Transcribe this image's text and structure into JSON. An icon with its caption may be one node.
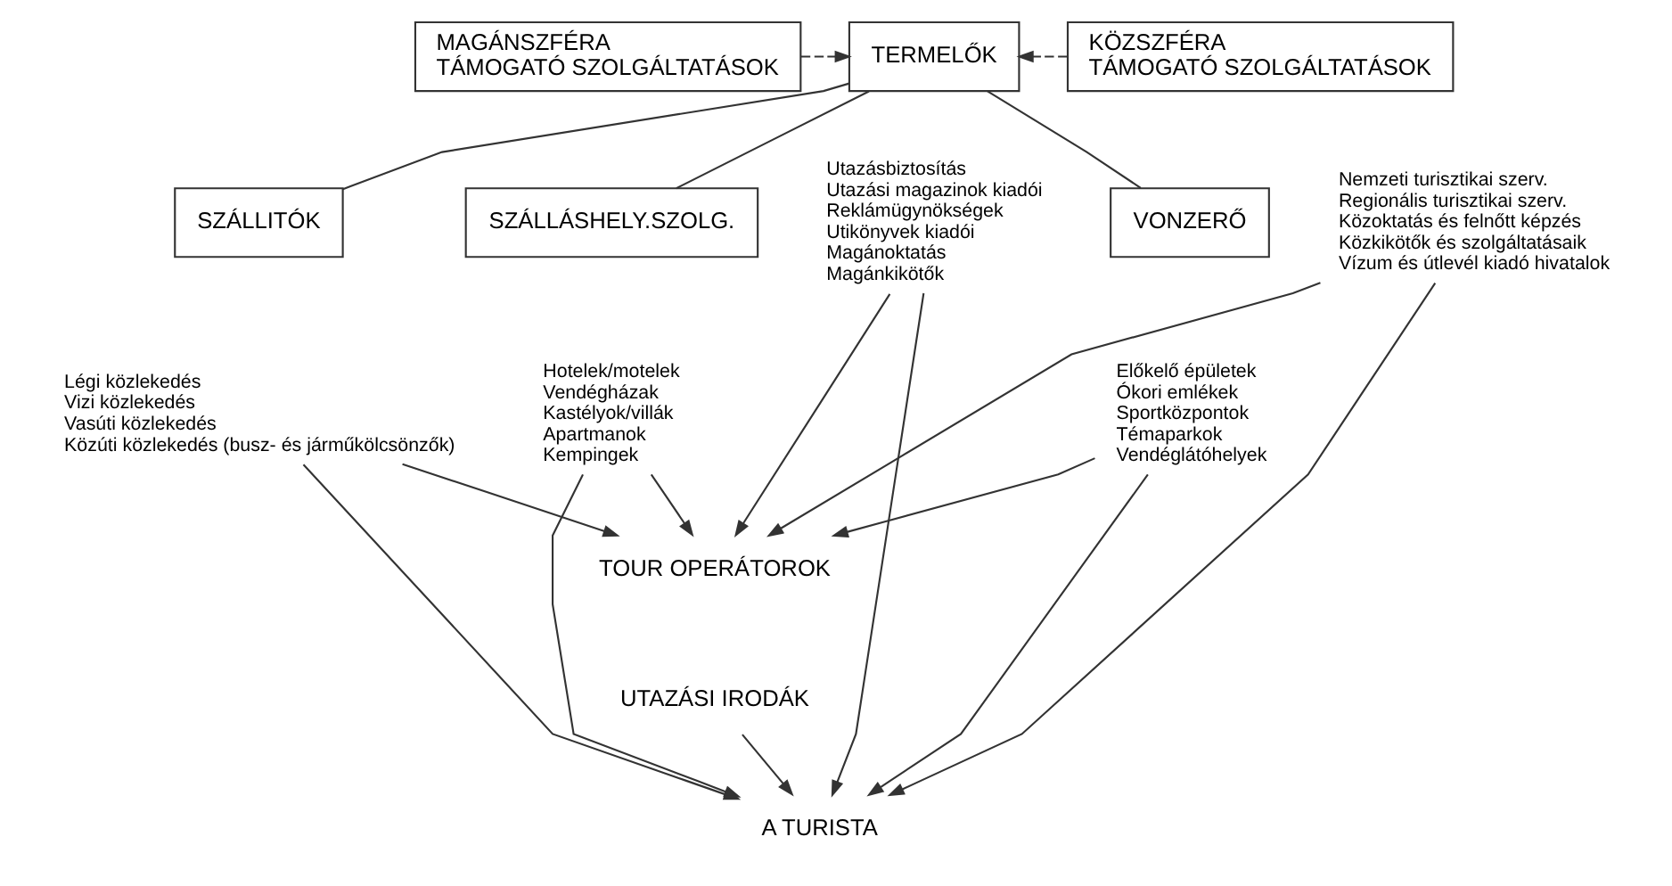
{
  "diagram": {
    "nodes": [
      {
        "text": [
          "MAGÁNSZFÉRA",
          "TÁMOGATÓ SZOLGÁLTATÁSOK"
        ]
      },
      {
        "text": [
          "TERMELŐK"
        ]
      },
      {
        "text": [
          "KÖZSZFÉRA",
          "TÁMOGATÓ SZOLGÁLTATÁSOK"
        ]
      },
      {
        "text": [
          "Utazásbiztosítás",
          "Utazási magazinok kiadói",
          "Reklámügynökségek",
          "Utikönyvek kiadói",
          "Magánoktatás",
          "Magánkikötők"
        ]
      },
      {
        "text": [
          "SZÁLLITÓK"
        ]
      },
      {
        "text": [
          "Légi közlekedés",
          "Vizi közlekedés",
          "Vasúti közlekedés",
          "Közúti közlekedés (busz- és járműkölcsönzők)"
        ]
      },
      {
        "text": [
          "SZÁLLÁSHELY.SZOLG."
        ]
      },
      {
        "text": [
          "Hotelek/motelek",
          "Vendégházak",
          "Kastélyok/villák",
          "Apartmanok",
          "Kempingek"
        ]
      },
      {
        "text": [
          "VONZERŐ"
        ]
      },
      {
        "text": [
          "Előkelő épületek",
          "Ókori emlékek",
          "Sportközpontok",
          "Témaparkok",
          "Vendéglátóhelyek"
        ]
      },
      {
        "text": [
          "Nemzeti turisztikai szerv.",
          "Regionális turisztikai szerv.",
          "Közoktatás és felnőtt képzés",
          "Közkikötők és szolgáltatásaik",
          "Vízum és útlevél kiadó hivatalok"
        ]
      },
      {
        "text": [
          "TOUR OPERÁTOROK"
        ]
      },
      {
        "text": [
          "UTAZÁSI IRODÁK"
        ]
      },
      {
        "text": [
          "A TURISTA"
        ]
      }
    ],
    "edges": [
      {
        "from": 0,
        "to": 1,
        "arrow": "to",
        "style": "dashed"
      },
      {
        "from": 2,
        "to": 1,
        "arrow": "to",
        "style": "dashed"
      },
      {
        "from": 1,
        "to": 4,
        "arrow": "none"
      },
      {
        "from": 1,
        "to": 6,
        "arrow": "none"
      },
      {
        "from": 1,
        "to": 8,
        "arrow": "none"
      },
      {
        "from": 3,
        "to": 11,
        "arrow": "to"
      },
      {
        "from": 3,
        "to": 13,
        "arrow": "to"
      },
      {
        "from": 5,
        "to": 11,
        "arrow": "to"
      },
      {
        "from": 5,
        "to": 13,
        "arrow": "to"
      },
      {
        "from": 7,
        "to": 11,
        "arrow": "to"
      },
      {
        "from": 7,
        "to": 13,
        "arrow": "to"
      },
      {
        "from": 9,
        "to": 11,
        "arrow": "to"
      },
      {
        "from": 9,
        "to": 13,
        "arrow": "to"
      },
      {
        "from": 10,
        "to": 11,
        "arrow": "to"
      },
      {
        "from": 10,
        "to": 13,
        "arrow": "to"
      },
      {
        "from": 12,
        "to": 13,
        "arrow": "to"
      }
    ]
  }
}
